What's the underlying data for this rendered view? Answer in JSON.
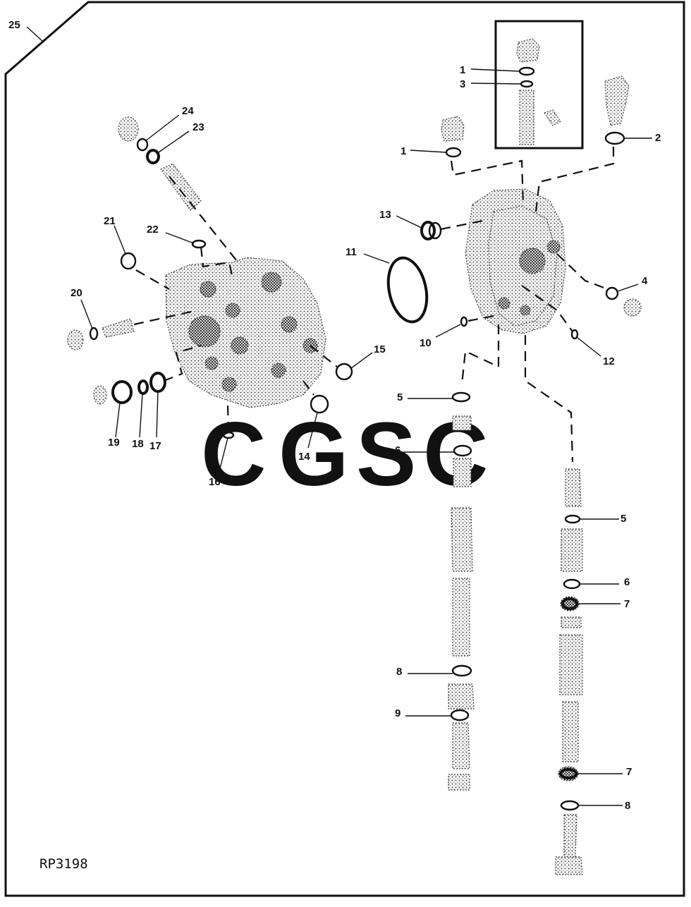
{
  "drawing": {
    "reference_code": "RP3198",
    "watermark": {
      "letters": [
        {
          "char": "C",
          "color": "#8fb6f5"
        },
        {
          "char": "G",
          "color": "#f4948a"
        },
        {
          "char": "S",
          "color": "#f7dd7d"
        },
        {
          "char": "C",
          "color": "#7dc4a0"
        }
      ]
    },
    "callouts": [
      "25",
      "24",
      "23",
      "22",
      "21",
      "20",
      "19",
      "18",
      "17",
      "16",
      "15",
      "14",
      "13",
      "12",
      "11",
      "10",
      "1",
      "3",
      "1",
      "2",
      "4",
      "5",
      "6",
      "5",
      "6",
      "7",
      "8",
      "9",
      "7",
      "8"
    ]
  }
}
